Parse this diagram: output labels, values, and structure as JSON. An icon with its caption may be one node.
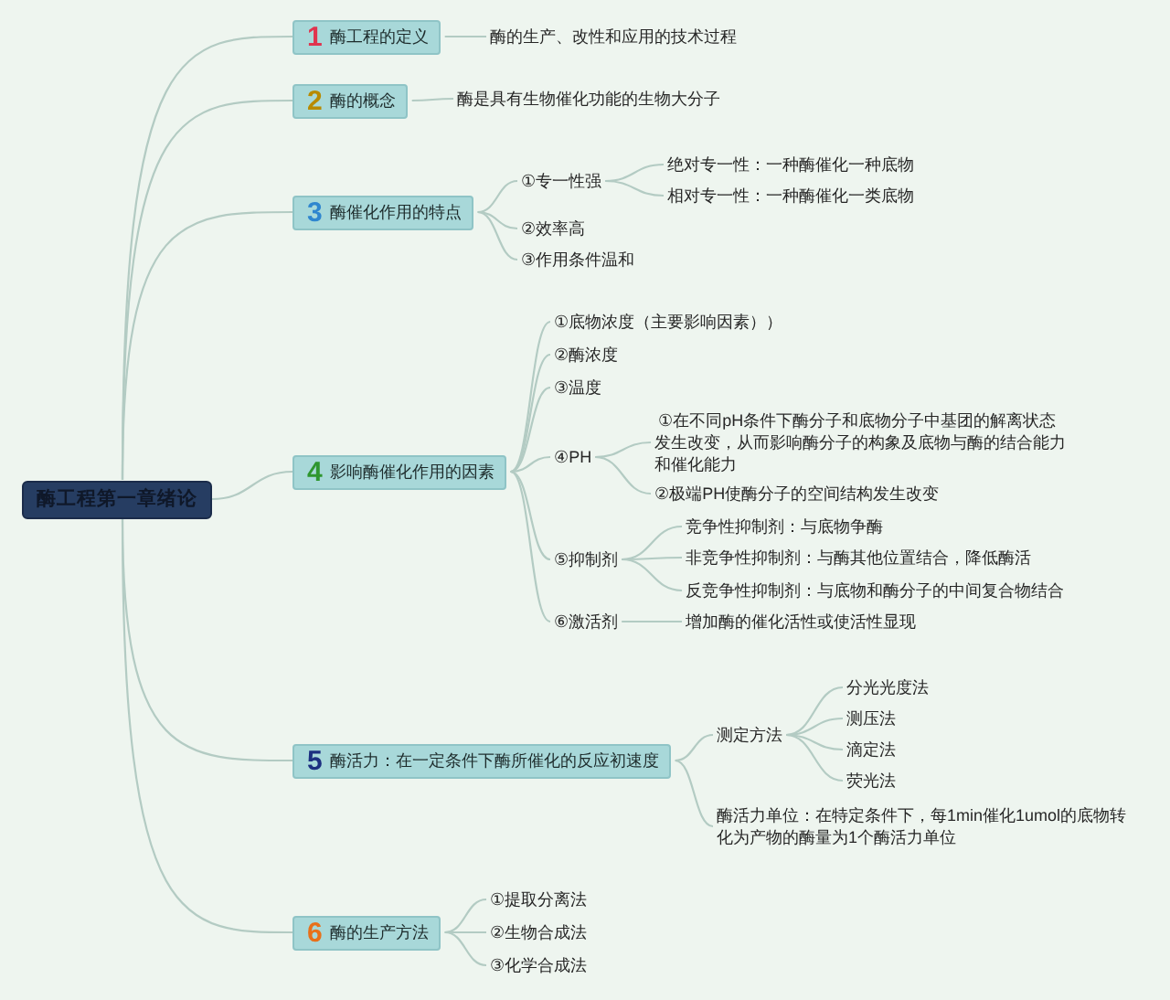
{
  "diagram": {
    "nodes": [
      {
        "text": [
          "酶工程第一章绪论"
        ]
      },
      {
        "text": [
          "1",
          "酶工程的定义"
        ]
      },
      {
        "text": [
          "酶的生产、改性和应用的技术过程"
        ]
      },
      {
        "text": [
          "2",
          "酶的概念"
        ]
      },
      {
        "text": [
          "酶是具有生物催化功能的生物大分子"
        ]
      },
      {
        "text": [
          "3",
          "酶催化作用的特点"
        ]
      },
      {
        "text": [
          "①专一性强"
        ]
      },
      {
        "text": [
          "绝对专一性：一种酶催化一种底物"
        ]
      },
      {
        "text": [
          "相对专一性：一种酶催化一类底物"
        ]
      },
      {
        "text": [
          "②效率高"
        ]
      },
      {
        "text": [
          "③作用条件温和"
        ]
      },
      {
        "text": [
          "4",
          "影响酶催化作用的因素"
        ]
      },
      {
        "text": [
          "①底物浓度（主要影响因素））"
        ]
      },
      {
        "text": [
          "②酶浓度"
        ]
      },
      {
        "text": [
          "③温度"
        ]
      },
      {
        "text": [
          "④PH"
        ]
      },
      {
        "text": [
          "①在不同pH条件下酶分子和底物分子中基团的解离状态发生改变，从而影响酶分子的构象及底物与酶的结合能力和催化能力"
        ]
      },
      {
        "text": [
          "②极端PH使酶分子的空间结构发生改变"
        ]
      },
      {
        "text": [
          "⑤抑制剂"
        ]
      },
      {
        "text": [
          "竞争性抑制剂：与底物争酶"
        ]
      },
      {
        "text": [
          "非竞争性抑制剂：与酶其他位置结合，降低酶活"
        ]
      },
      {
        "text": [
          "反竞争性抑制剂：与底物和酶分子的中间复合物结合"
        ]
      },
      {
        "text": [
          "⑥激活剂"
        ]
      },
      {
        "text": [
          "增加酶的催化活性或使活性显现"
        ]
      },
      {
        "text": [
          "5",
          "酶活力：在一定条件下酶所催化的反应初速度"
        ]
      },
      {
        "text": [
          "测定方法"
        ]
      },
      {
        "text": [
          "分光光度法"
        ]
      },
      {
        "text": [
          "测压法"
        ]
      },
      {
        "text": [
          "滴定法"
        ]
      },
      {
        "text": [
          "荧光法"
        ]
      },
      {
        "text": [
          "酶活力单位：在特定条件下，每1min催化1umol的底物转化为产物的酶量为1个酶活力单位"
        ]
      },
      {
        "text": [
          "6",
          "酶的生产方法"
        ]
      },
      {
        "text": [
          "①提取分离法"
        ]
      },
      {
        "text": [
          "②生物合成法"
        ]
      },
      {
        "text": [
          "③化学合成法"
        ]
      }
    ],
    "edges": [
      {
        "from": 0,
        "to": 1,
        "arrow": "none"
      },
      {
        "from": 1,
        "to": 2,
        "arrow": "none"
      },
      {
        "from": 0,
        "to": 3,
        "arrow": "none"
      },
      {
        "from": 3,
        "to": 4,
        "arrow": "none"
      },
      {
        "from": 0,
        "to": 5,
        "arrow": "none"
      },
      {
        "from": 5,
        "to": 6,
        "arrow": "none"
      },
      {
        "from": 6,
        "to": 7,
        "arrow": "none"
      },
      {
        "from": 6,
        "to": 8,
        "arrow": "none"
      },
      {
        "from": 5,
        "to": 9,
        "arrow": "none"
      },
      {
        "from": 5,
        "to": 10,
        "arrow": "none"
      },
      {
        "from": 0,
        "to": 11,
        "arrow": "none"
      },
      {
        "from": 11,
        "to": 12,
        "arrow": "none"
      },
      {
        "from": 11,
        "to": 13,
        "arrow": "none"
      },
      {
        "from": 11,
        "to": 14,
        "arrow": "none"
      },
      {
        "from": 11,
        "to": 15,
        "arrow": "none"
      },
      {
        "from": 15,
        "to": 16,
        "arrow": "none"
      },
      {
        "from": 15,
        "to": 17,
        "arrow": "none"
      },
      {
        "from": 11,
        "to": 18,
        "arrow": "none"
      },
      {
        "from": 18,
        "to": 19,
        "arrow": "none"
      },
      {
        "from": 18,
        "to": 20,
        "arrow": "none"
      },
      {
        "from": 18,
        "to": 21,
        "arrow": "none"
      },
      {
        "from": 11,
        "to": 22,
        "arrow": "none"
      },
      {
        "from": 22,
        "to": 23,
        "arrow": "none"
      },
      {
        "from": 0,
        "to": 24,
        "arrow": "none"
      },
      {
        "from": 24,
        "to": 25,
        "arrow": "none"
      },
      {
        "from": 25,
        "to": 26,
        "arrow": "none"
      },
      {
        "from": 25,
        "to": 27,
        "arrow": "none"
      },
      {
        "from": 25,
        "to": 28,
        "arrow": "none"
      },
      {
        "from": 25,
        "to": 29,
        "arrow": "none"
      },
      {
        "from": 24,
        "to": 30,
        "arrow": "none"
      },
      {
        "from": 0,
        "to": 31,
        "arrow": "none"
      },
      {
        "from": 31,
        "to": 32,
        "arrow": "none"
      },
      {
        "from": 31,
        "to": 33,
        "arrow": "none"
      },
      {
        "from": 31,
        "to": 34,
        "arrow": "none"
      }
    ]
  }
}
